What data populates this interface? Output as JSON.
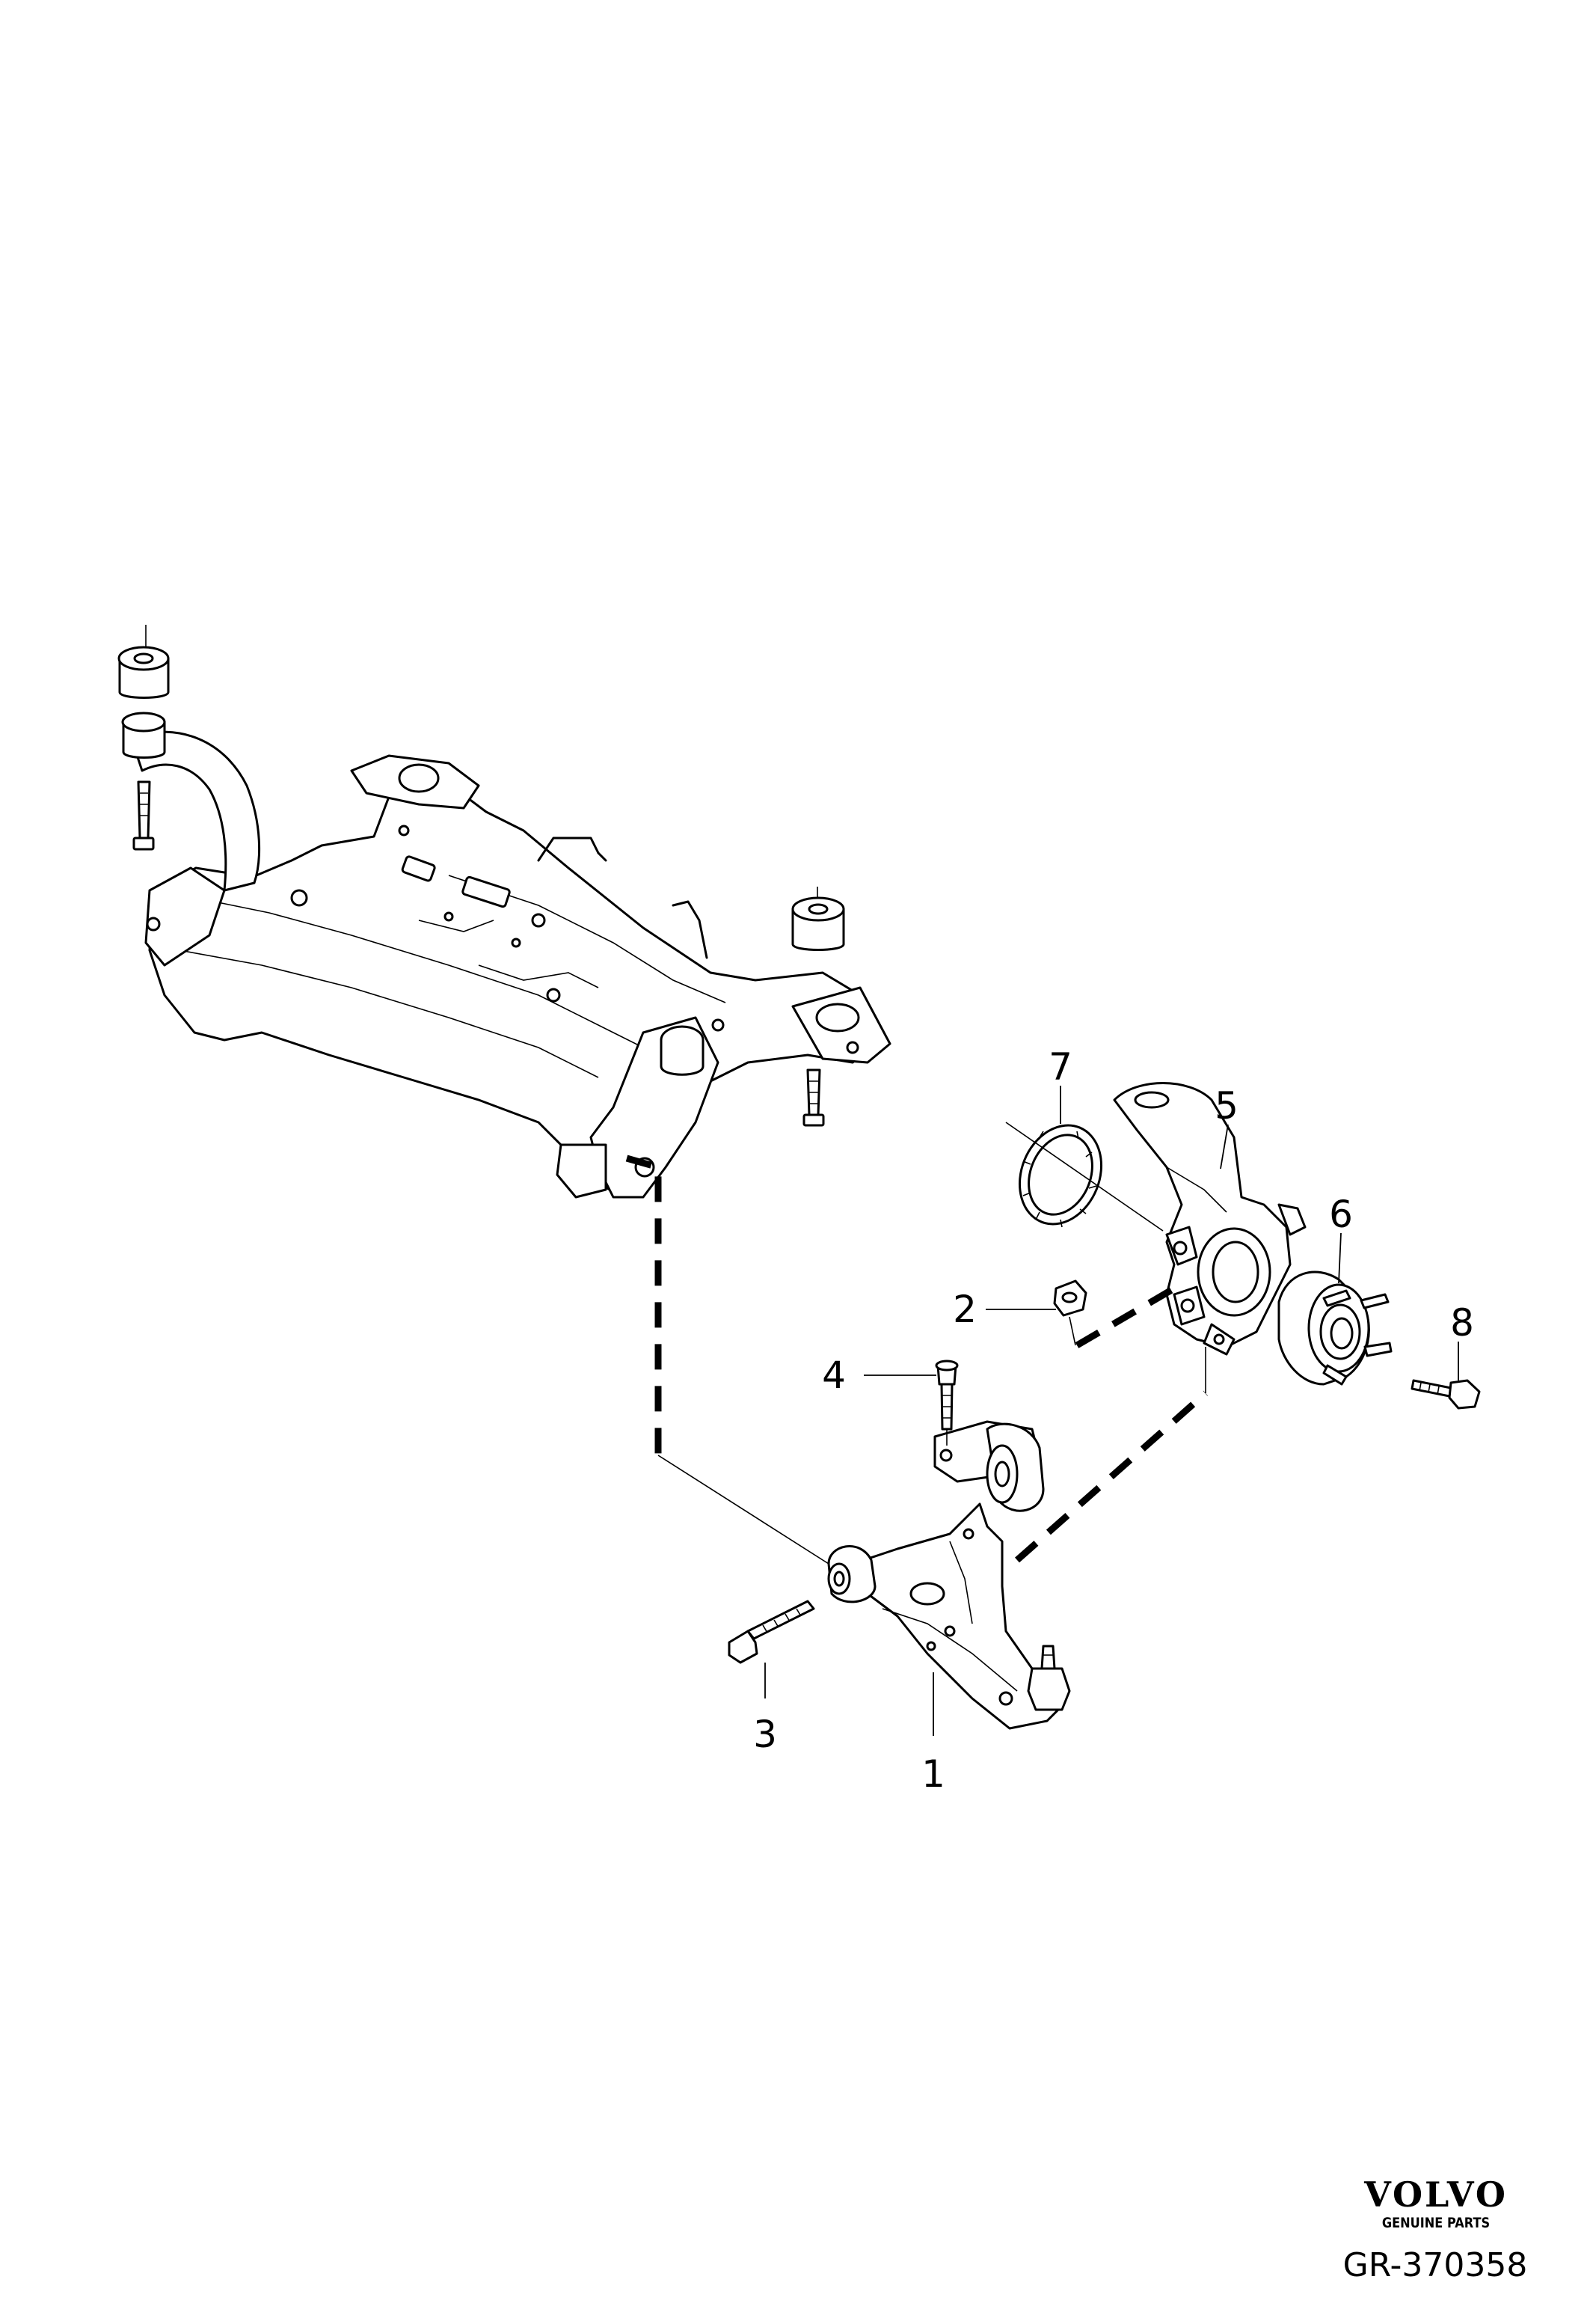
{
  "callouts": [
    "1",
    "2",
    "3",
    "4",
    "5",
    "6",
    "7",
    "8"
  ],
  "brand": {
    "name": "VOLVO",
    "subtitle": "GENUINE PARTS"
  },
  "reference": "GR-370358"
}
